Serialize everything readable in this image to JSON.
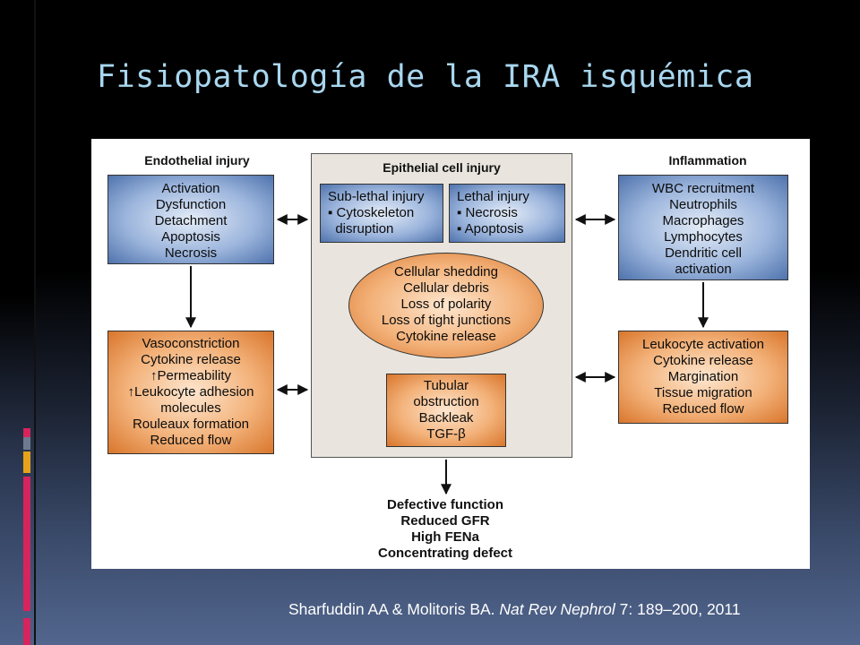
{
  "slide": {
    "title": "Fisiopatología de la IRA isquémica",
    "citation": {
      "authors": "Sharfuddin AA & Molitoris BA. ",
      "journal": "Nat Rev Nephrol",
      "details": " 7: 189–200, 2011"
    },
    "accent_colors": [
      "#d6245d",
      "#6d7b8f",
      "#e6a21a"
    ]
  },
  "diagram": {
    "headers": {
      "endothelial": "Endothelial injury",
      "epithelial": "Epithelial cell injury",
      "inflammation": "Inflammation"
    },
    "endothelial_top": [
      "Activation",
      "Dysfunction",
      "Detachment",
      "Apoptosis",
      "Necrosis"
    ],
    "endothelial_bottom": [
      "Vasoconstriction",
      "Cytokine release",
      "↑Permeability",
      "↑Leukocyte adhesion",
      "molecules",
      "Rouleaux formation",
      "Reduced flow"
    ],
    "sublethal": [
      "Sub-lethal injury",
      "▪ Cytoskeleton",
      "  disruption"
    ],
    "lethal": [
      "Lethal injury",
      "▪ Necrosis",
      "▪ Apoptosis"
    ],
    "ellipse": [
      "Cellular shedding",
      "Cellular debris",
      "Loss of polarity",
      "Loss of tight junctions",
      "Cytokine release"
    ],
    "tubular": [
      "Tubular",
      "obstruction",
      "Backleak",
      "TGF-β"
    ],
    "inflammation_top": [
      "WBC recruitment",
      "Neutrophils",
      "Macrophages",
      "Lymphocytes",
      "Dendritic cell",
      "activation"
    ],
    "inflammation_bottom": [
      "Leukocyte activation",
      "Cytokine release",
      "Margination",
      "Tissue migration",
      "Reduced flow"
    ],
    "outcome": [
      "Defective function",
      "Reduced GFR",
      "High FENa",
      "Concentrating defect"
    ],
    "colors": {
      "blue_box": "#4f73ad",
      "orange_box": "#d9762c",
      "panel": "#e9e5de"
    }
  }
}
